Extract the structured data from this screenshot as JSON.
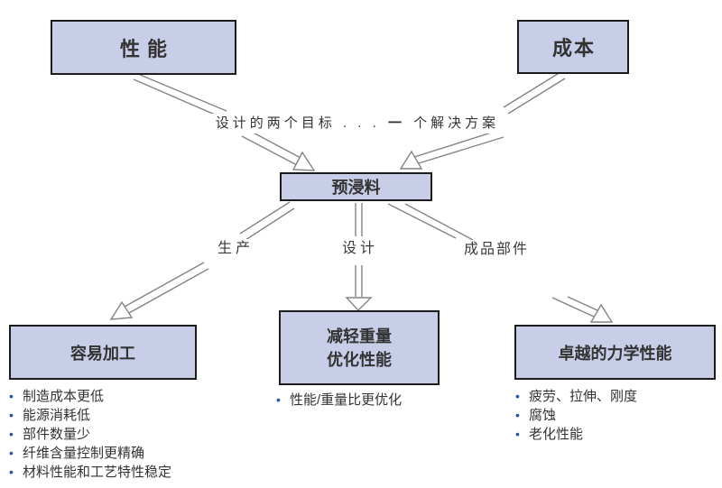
{
  "boxes": {
    "performance": "性能",
    "cost": "成本",
    "prepreg": "预浸料",
    "easy_processing": "容易加工",
    "weight_optimize": {
      "line1": "减轻重量",
      "line2": "优化性能"
    },
    "mechanical": "卓越的力学性能"
  },
  "connector_labels": {
    "goal_prefix": "设计的两个目标 . . .",
    "goal_emphasis": "一",
    "goal_suffix": "个解决方案",
    "production": "生产",
    "design": "设计",
    "finished_parts": "成品部件"
  },
  "bullets": {
    "left": [
      "制造成本更低",
      "能源消耗低",
      "部件数量少",
      "纤维含量控制更精确",
      "材料性能和工艺特性稳定"
    ],
    "middle": [
      "性能/重量比更优化"
    ],
    "right": [
      "疲劳、拉伸、刚度",
      "腐蚀",
      "老化性能"
    ]
  },
  "colors": {
    "box_fill": "#c8cee7",
    "box_border": "#1c1c1c",
    "arrow_stroke": "#848484",
    "bullet_dot": "#2456a4",
    "text": "#3a3a3a",
    "background": "#ffffff"
  }
}
